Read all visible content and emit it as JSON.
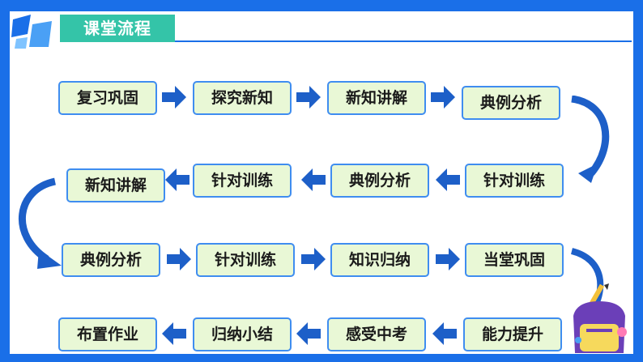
{
  "header": {
    "title": "课堂流程"
  },
  "flow": {
    "row1": [
      "复习巩固",
      "探究新知",
      "新知讲解",
      "典例分析"
    ],
    "row2": [
      "新知讲解",
      "针对训练",
      "典例分析",
      "针对训练"
    ],
    "row3": [
      "典例分析",
      "针对训练",
      "知识归纳",
      "当堂巩固"
    ],
    "row4": [
      "布置作业",
      "归纳小结",
      "感受中考",
      "能力提升"
    ]
  },
  "colors": {
    "frame": "#1a6fe8",
    "title_bar": "#34c4a8",
    "box_fill": "#e9f8d6",
    "box_border": "#3f8df0",
    "arrow": "#1d5fc8"
  }
}
